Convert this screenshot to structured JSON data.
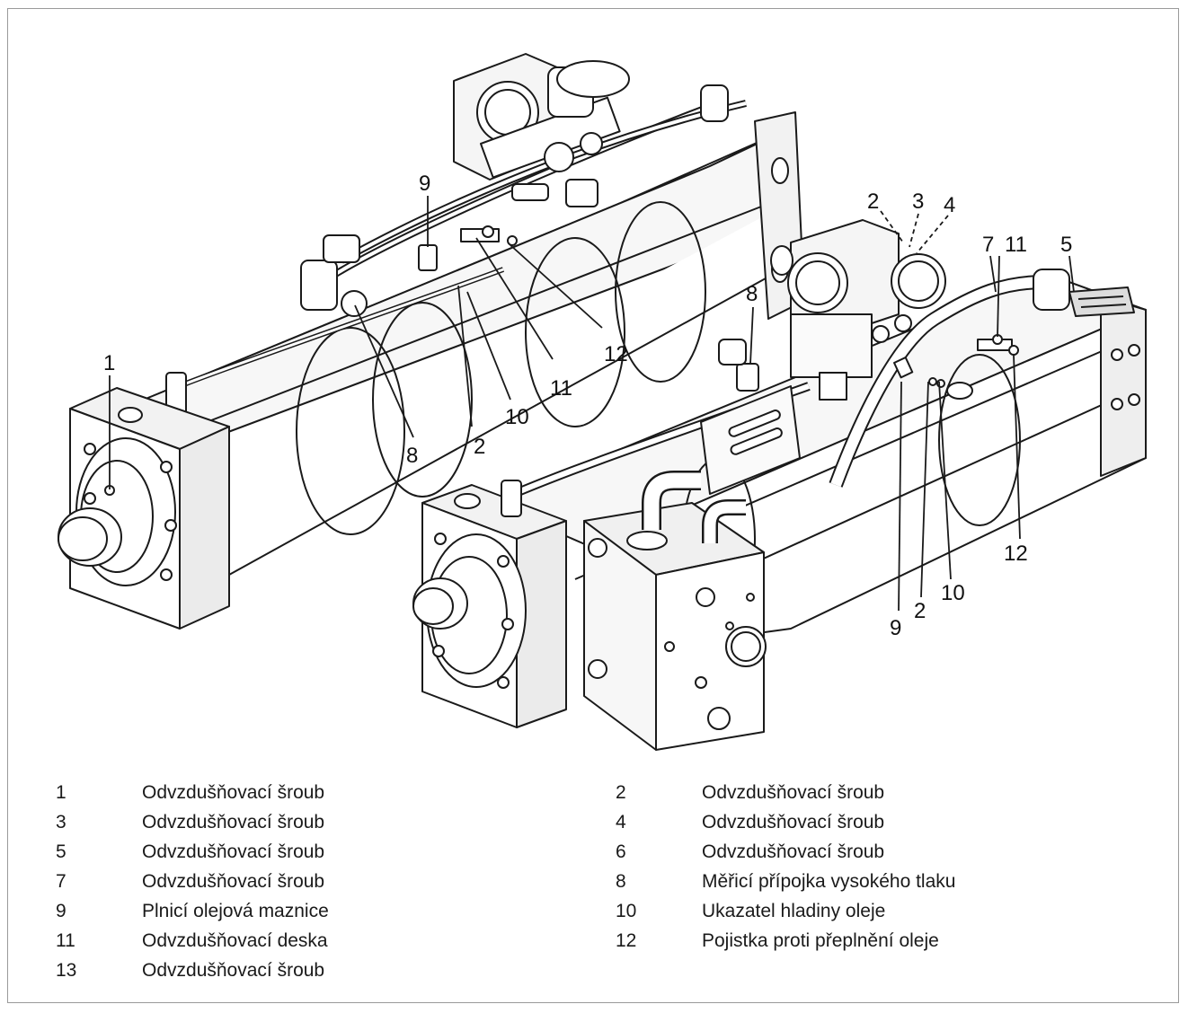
{
  "callouts": {
    "c1": "1",
    "c2a": "2",
    "c2b": "2",
    "c2c": "2",
    "c3": "3",
    "c4": "4",
    "c5": "5",
    "c7": "7",
    "c8a": "8",
    "c8b": "8",
    "c9a": "9",
    "c9b": "9",
    "c10a": "10",
    "c10b": "10",
    "c11a": "11",
    "c11b": "11",
    "c12a": "12",
    "c12b": "12"
  },
  "legend": [
    {
      "num": "1",
      "text": "Odvzdušňovací šroub"
    },
    {
      "num": "2",
      "text": "Odvzdušňovací šroub"
    },
    {
      "num": "3",
      "text": "Odvzdušňovací šroub"
    },
    {
      "num": "4",
      "text": "Odvzdušňovací šroub"
    },
    {
      "num": "5",
      "text": "Odvzdušňovací šroub"
    },
    {
      "num": "6",
      "text": "Odvzdušňovací šroub"
    },
    {
      "num": "7",
      "text": "Odvzdušňovací šroub"
    },
    {
      "num": "8",
      "text": "Měřicí přípojka vysokého tlaku"
    },
    {
      "num": "9",
      "text": "Plnicí olejová maznice"
    },
    {
      "num": "10",
      "text": "Ukazatel hladiny oleje"
    },
    {
      "num": "11",
      "text": "Odvzdušňovací deska"
    },
    {
      "num": "12",
      "text": "Pojistka proti přeplnění oleje"
    },
    {
      "num": "13",
      "text": "Odvzdušňovací šroub"
    }
  ]
}
